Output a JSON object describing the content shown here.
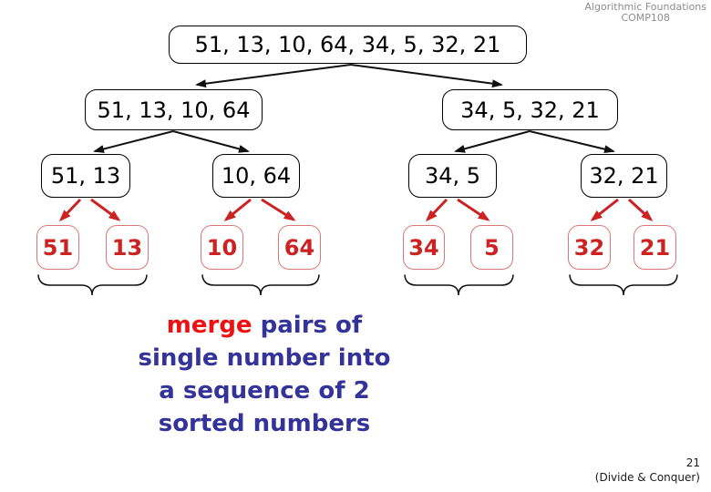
{
  "header": {
    "line1": "Algorithmic Foundations",
    "line2": "COMP108"
  },
  "tree": {
    "root": "51, 13, 10, 64, 34, 5, 32, 21",
    "level2": [
      "51, 13, 10, 64",
      "34, 5, 32, 21"
    ],
    "level3": [
      "51, 13",
      "10, 64",
      "34, 5",
      "32, 21"
    ],
    "leaves": [
      "51",
      "13",
      "10",
      "64",
      "34",
      "5",
      "32",
      "21"
    ]
  },
  "caption": {
    "highlight": "merge",
    "line1_rest": "pairs of",
    "line2": "single number into",
    "line3": "a sequence of 2",
    "line4": "sorted numbers"
  },
  "footer": {
    "page_number": "21",
    "subtitle": "(Divide & Conquer)"
  },
  "colors": {
    "arrow_black": "#111111",
    "arrow_red": "#cc2222",
    "leaf_border": "#dd7777",
    "leaf_text": "#cc2222",
    "caption_blue": "#333399",
    "caption_red": "#ee1111",
    "header_gray": "#8c8c8c"
  }
}
